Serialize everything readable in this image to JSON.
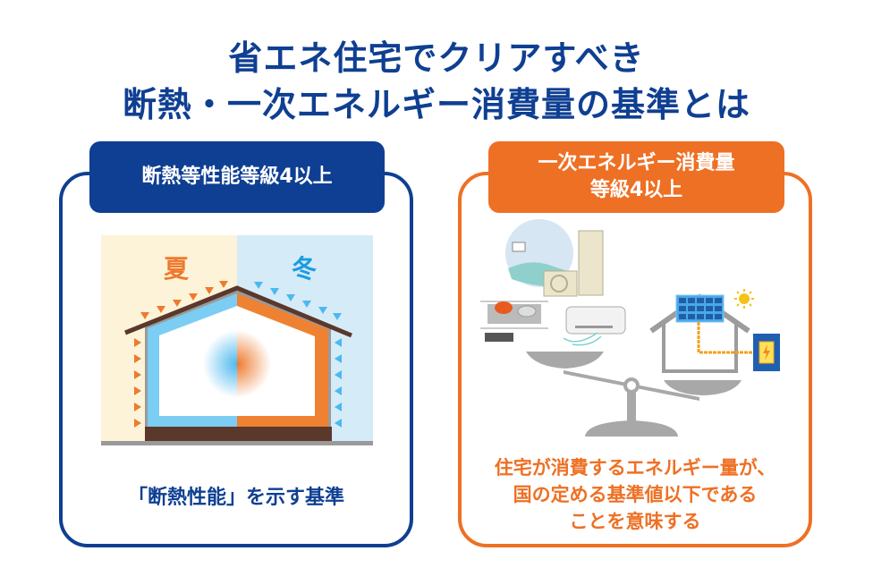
{
  "title": {
    "line1": "省エネ住宅でクリアすべき",
    "line2": "断熱・一次エネルギー消費量の基準とは"
  },
  "left": {
    "label": "断熱等性能等級4以上",
    "summer": "夏",
    "winter": "冬",
    "caption": "「断熱性能」を示す基準"
  },
  "right": {
    "label_line1": "一次エネルギー消費量",
    "label_line2": "等級4以上",
    "caption_lines": [
      "住宅が消費するエネルギー量が、",
      "国の定める基準値以下である",
      "ことを意味する"
    ]
  },
  "colors": {
    "navy": "#0f3f92",
    "orange": "#ee7024"
  }
}
